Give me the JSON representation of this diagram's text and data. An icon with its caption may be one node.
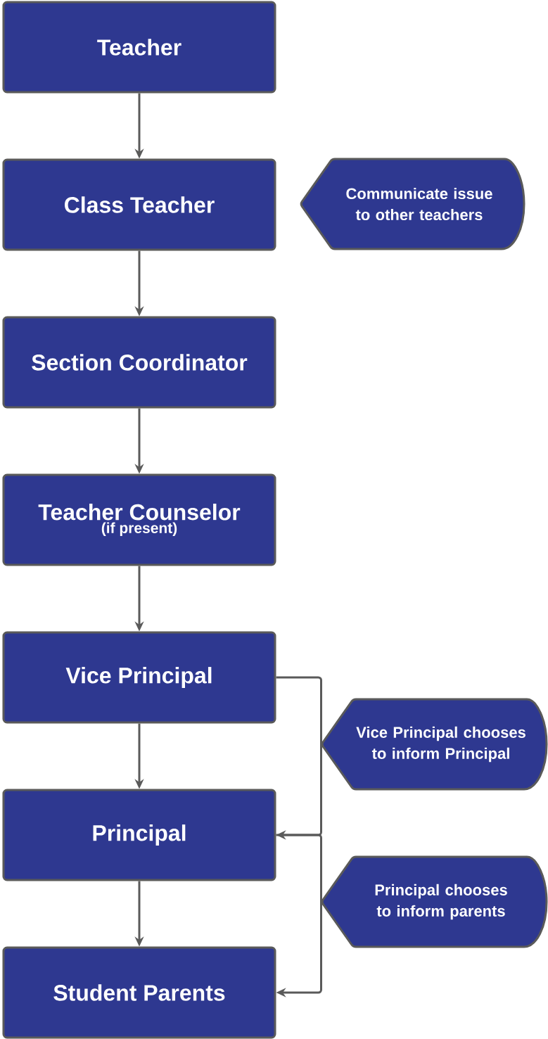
{
  "diagram": {
    "nodes": [
      {
        "text": [
          "Teacher"
        ]
      },
      {
        "text": [
          "Class Teacher"
        ]
      },
      {
        "text": [
          "Section Coordinator"
        ]
      },
      {
        "text": [
          "Teacher Counselor",
          "(if present)"
        ]
      },
      {
        "text": [
          "Vice Principal"
        ]
      },
      {
        "text": [
          "Principal"
        ]
      },
      {
        "text": [
          "Student Parents"
        ]
      },
      {
        "text": [
          "Communicate issue to other teachers"
        ]
      },
      {
        "text": [
          "Vice Principal chooses to inform Principal"
        ]
      },
      {
        "text": [
          "Principal chooses to inform parents"
        ]
      }
    ],
    "edges": [
      {
        "from": 0,
        "to": 1,
        "arrow": "to"
      },
      {
        "from": 1,
        "to": 2,
        "arrow": "to"
      },
      {
        "from": 2,
        "to": 3,
        "arrow": "to"
      },
      {
        "from": 3,
        "to": 4,
        "arrow": "to"
      },
      {
        "from": 4,
        "to": 5,
        "arrow": "to"
      },
      {
        "from": 5,
        "to": 6,
        "arrow": "to"
      },
      {
        "from": 4,
        "to": 5,
        "arrow": "to"
      },
      {
        "from": 5,
        "to": 6,
        "arrow": "to"
      }
    ]
  }
}
